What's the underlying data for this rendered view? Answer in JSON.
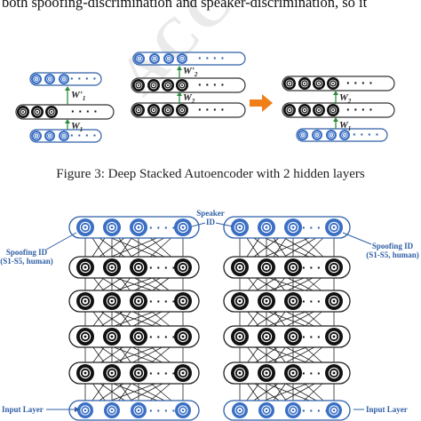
{
  "top_text": "both spoofing-discrimination and speaker-discrimination, so it",
  "figure3": {
    "caption": "Figure 3: Deep Stacked Autoencoder with 2 hidden layers",
    "weights": {
      "w1": "W",
      "w1_sub": "1",
      "w1p": "W'",
      "w1p_sub": "1",
      "w2": "W",
      "w2_sub": "2",
      "w2p": "W'",
      "w2p_sub": "2"
    },
    "ellipsis": "· · · ·"
  },
  "figure4": {
    "speaker_id": [
      "Speaker",
      "ID"
    ],
    "spoofing_id": [
      "Spoofing ID",
      "(S1-S5, human)"
    ],
    "spoofing_id_right": [
      "Spoofing ID",
      "(S1-S5, human)"
    ],
    "input_layer": "Input Layer",
    "input_layer_right": "Input Layer",
    "ellipsis": "· · · ·"
  },
  "colors": {
    "blue_node": "#3a6fc4",
    "black_node": "#111111",
    "arrow": "#f07f1a",
    "label_blue": "#2f5fa6"
  },
  "watermark": "ACCEPTED"
}
